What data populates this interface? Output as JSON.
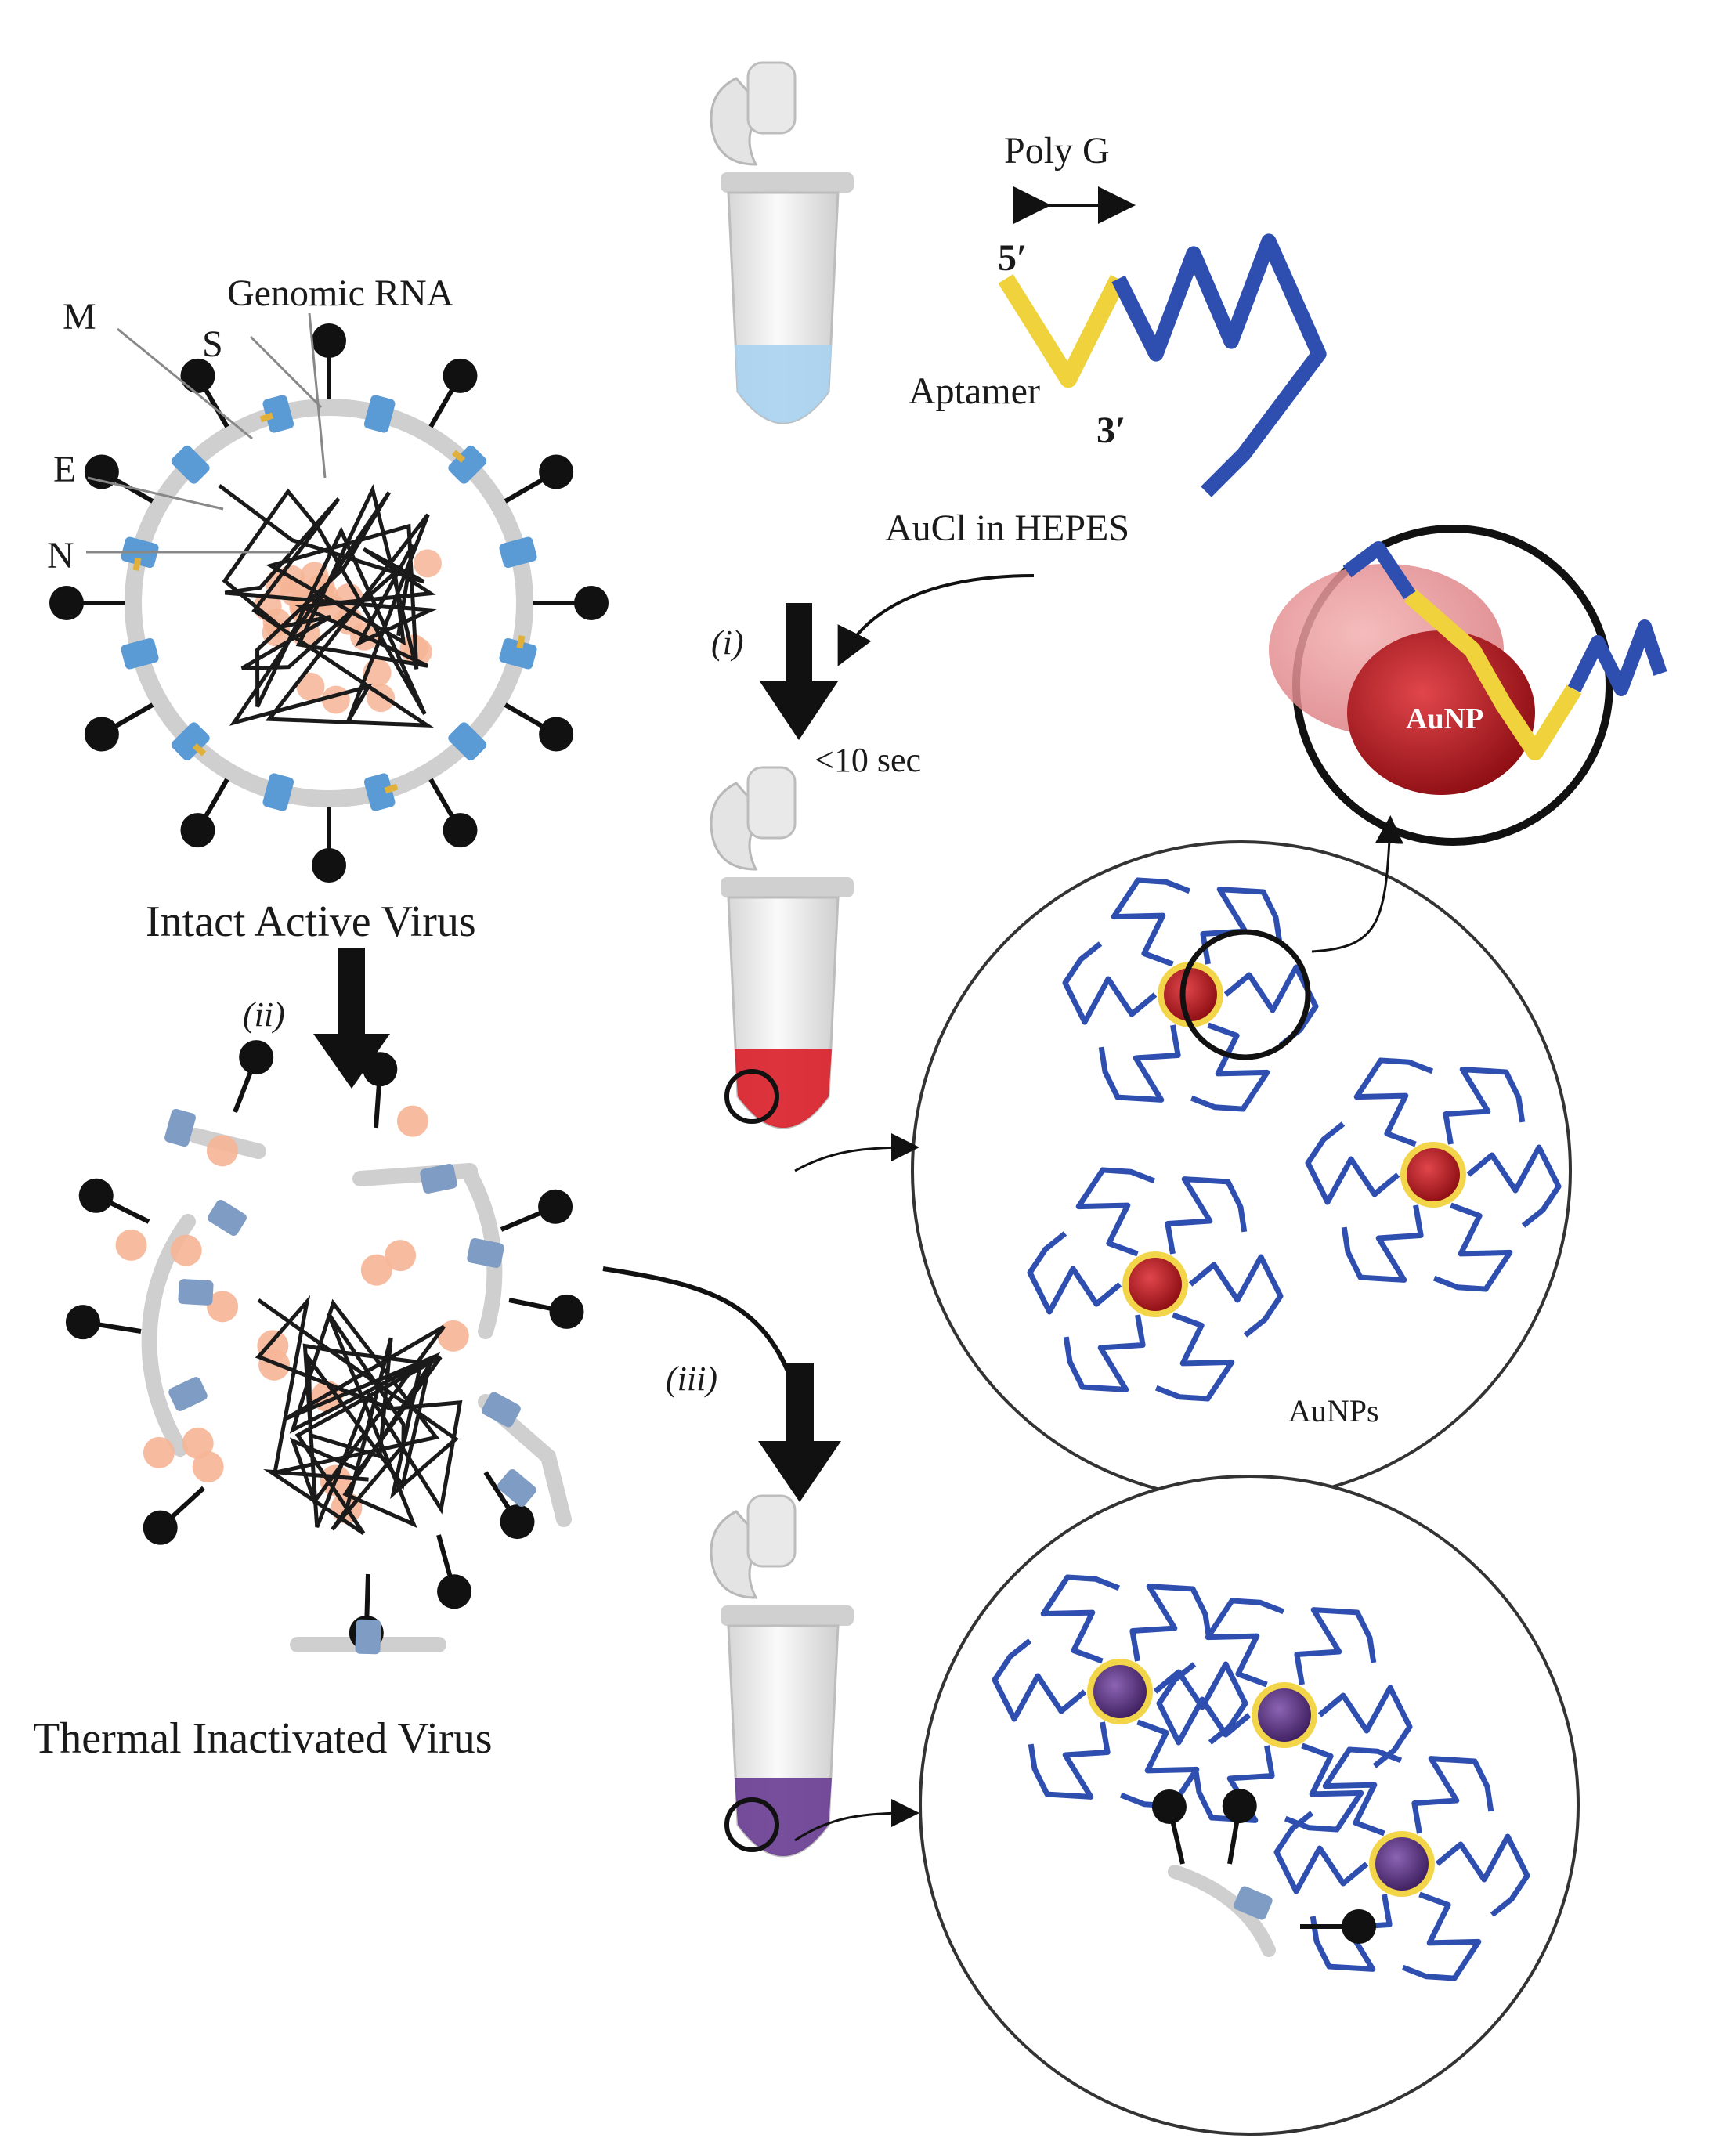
{
  "virus": {
    "labels": {
      "m": "M",
      "s": "S",
      "e": "E",
      "n": "N",
      "genomic_rna": "Genomic RNA"
    },
    "intact_caption": "Intact Active Virus",
    "inactivated_caption": "Thermal Inactivated Virus"
  },
  "aptamer": {
    "poly_g": "Poly G",
    "five_prime": "5′",
    "three_prime": "3′",
    "name": "Aptamer"
  },
  "steps": {
    "i": "(i)",
    "ii": "(ii)",
    "iii": "(iii)",
    "reagent": "AuCl in HEPES",
    "time": "<10 sec"
  },
  "nanoparticle": {
    "single": "AuNP",
    "plural": "AuNPs"
  },
  "colors": {
    "spike": "#111111",
    "membrane_protein": "#5b9bd5",
    "membrane_protein_faded": "#7e9cc4",
    "envelope": "#cfcfcf",
    "nucleocapsid": "#f6b596",
    "rna": "#1a1a1a",
    "aptamer": "#2f4fb0",
    "poly_g": "#f0d33c",
    "aunp_red": "#b3151b",
    "aunp_purple": "#5a2e80",
    "solution_clear": "#a9d3f0",
    "solution_red": "#d9222b",
    "solution_purple": "#6b3f94"
  }
}
